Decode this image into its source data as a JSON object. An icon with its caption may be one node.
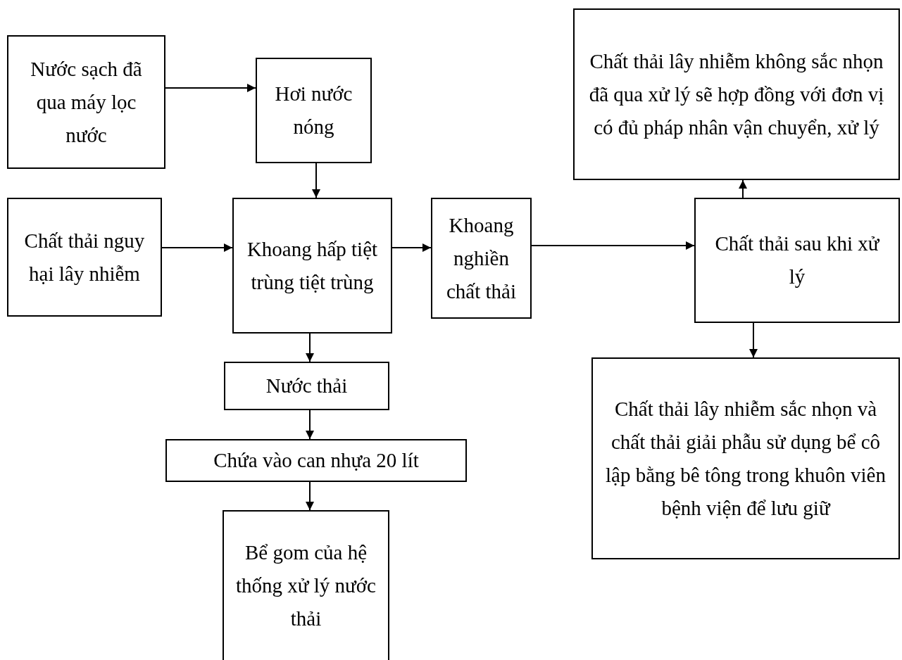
{
  "diagram": {
    "nodes": [
      {
        "text": [
          "Nước sạch đã qua máy lọc nước"
        ]
      },
      {
        "text": [
          "Hơi nước nóng"
        ]
      },
      {
        "text": [
          "Chất thải lây nhiễm không sắc nhọn đã qua xử lý sẽ hợp đồng với đơn vị có đủ pháp nhân vận chuyển, xử lý"
        ]
      },
      {
        "text": [
          "Chất thải nguy hại lây nhiễm"
        ]
      },
      {
        "text": [
          "Khoang hấp tiệt trùng tiệt trùng"
        ]
      },
      {
        "text": [
          "Khoang nghiền chất thải"
        ]
      },
      {
        "text": [
          "Chất thải sau khi xử lý"
        ]
      },
      {
        "text": [
          "Nước thải"
        ]
      },
      {
        "text": [
          "Chứa vào can nhựa 20 lít"
        ]
      },
      {
        "text": [
          "Bể gom của hệ thống xử lý nước thải"
        ]
      },
      {
        "text": [
          "Chất thải lây nhiễm sắc nhọn và chất thải giải phẫu sử dụng bể cô lập bằng bê tông trong khuôn viên bệnh viện để lưu giữ"
        ]
      }
    ],
    "edges": [
      {
        "from": 0,
        "to": 1,
        "arrow": "to"
      },
      {
        "from": 1,
        "to": 4,
        "arrow": "to"
      },
      {
        "from": 3,
        "to": 4,
        "arrow": "to"
      },
      {
        "from": 4,
        "to": 5,
        "arrow": "to"
      },
      {
        "from": 5,
        "to": 6,
        "arrow": "to"
      },
      {
        "from": 6,
        "to": 2,
        "arrow": "to"
      },
      {
        "from": 6,
        "to": 10,
        "arrow": "to"
      },
      {
        "from": 4,
        "to": 7,
        "arrow": "to"
      },
      {
        "from": 7,
        "to": 8,
        "arrow": "to"
      },
      {
        "from": 8,
        "to": 9,
        "arrow": "to"
      }
    ]
  }
}
